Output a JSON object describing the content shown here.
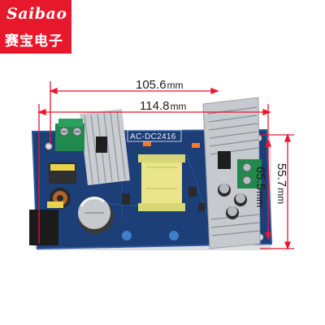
{
  "brand": {
    "name": "Saibao",
    "chinese_name": "赛宝电子",
    "color": "#e8182c"
  },
  "product": {
    "board_label": "AC-DC2416"
  },
  "dimensions": {
    "outer_width": {
      "value": "105.6",
      "unit": "mm"
    },
    "inner_width": {
      "value": "114.8",
      "unit": "mm"
    },
    "outer_height": {
      "value": "55.7",
      "unit": "mm"
    },
    "inner_height": {
      "value": "65.5",
      "unit": "mm"
    }
  },
  "colors": {
    "pcb": "#1c3f78",
    "heatsink": "#c9cdd2",
    "transformer": "#e8e58a",
    "dimension_line": "#e8182c"
  }
}
